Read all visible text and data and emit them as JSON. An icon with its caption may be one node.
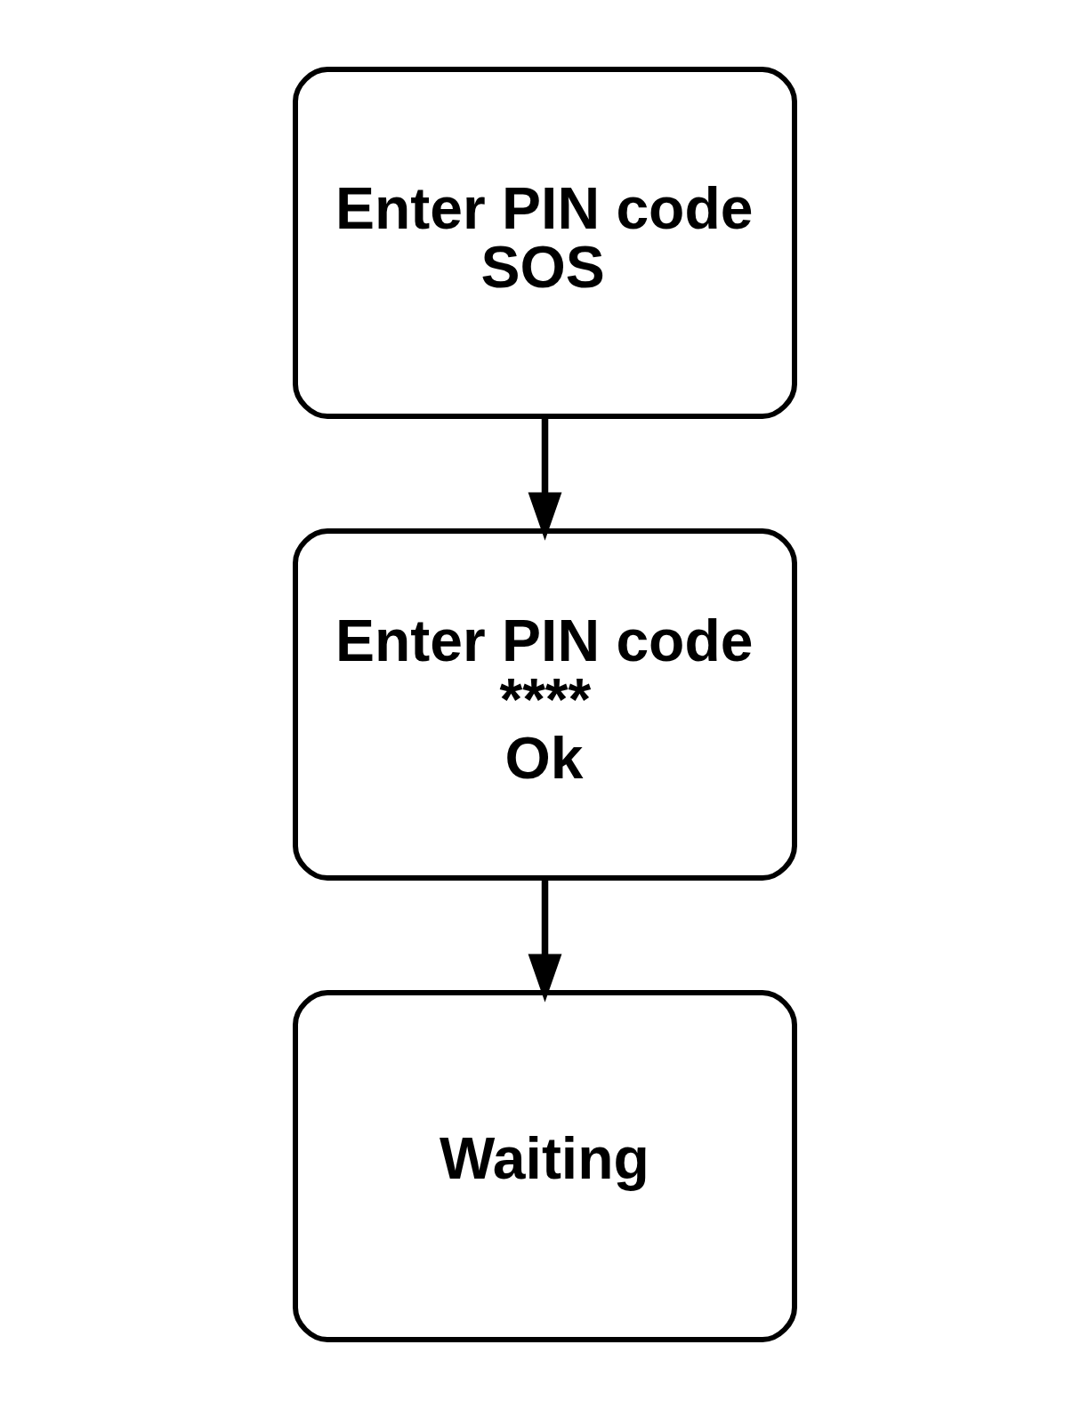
{
  "diagram": {
    "nodes": [
      {
        "text": [
          "Enter PIN code",
          "SOS"
        ]
      },
      {
        "text": [
          "Enter PIN code",
          "****",
          "Ok"
        ]
      },
      {
        "text": [
          "Waiting"
        ]
      }
    ],
    "edges": [
      {
        "from": 0,
        "to": 1,
        "arrow": "to"
      },
      {
        "from": 1,
        "to": 2,
        "arrow": "to"
      }
    ]
  }
}
